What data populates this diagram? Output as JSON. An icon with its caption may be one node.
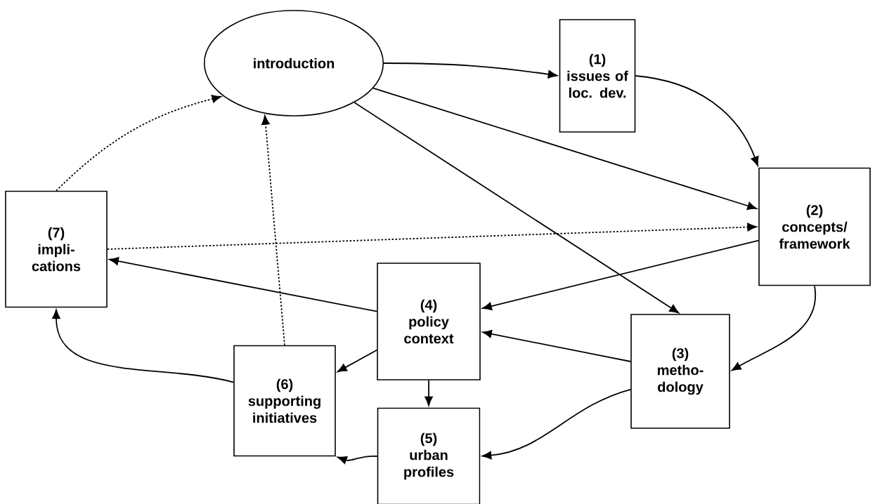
{
  "diagram": {
    "nodes": [
      {
        "text": [
          "introduction"
        ]
      },
      {
        "text": [
          "(1)",
          "issues of loc. dev."
        ]
      },
      {
        "text": [
          "(2)",
          "concepts/ framework"
        ]
      },
      {
        "text": [
          "(3)",
          "metho- dology"
        ]
      },
      {
        "text": [
          "(4)",
          "policy context"
        ]
      },
      {
        "text": [
          "(5)",
          "urban profiles"
        ]
      },
      {
        "text": [
          "(6)",
          "supporting initiatives"
        ]
      },
      {
        "text": [
          "(7)",
          "impli- cations"
        ]
      }
    ],
    "edges": [
      {
        "from": 0,
        "to": 1,
        "arrow": "to"
      },
      {
        "from": 1,
        "to": 2,
        "arrow": "to"
      },
      {
        "from": 0,
        "to": 2,
        "arrow": "to"
      },
      {
        "from": 0,
        "to": 3,
        "arrow": "to"
      },
      {
        "from": 7,
        "to": 2,
        "arrow": "to",
        "style": "dashed"
      },
      {
        "from": 2,
        "to": 4,
        "arrow": "to"
      },
      {
        "from": 2,
        "to": 3,
        "arrow": "to"
      },
      {
        "from": 3,
        "to": 4,
        "arrow": "to"
      },
      {
        "from": 3,
        "to": 5,
        "arrow": "to"
      },
      {
        "from": 4,
        "to": 7,
        "arrow": "to"
      },
      {
        "from": 4,
        "to": 6,
        "arrow": "to"
      },
      {
        "from": 4,
        "to": 5,
        "arrow": "to"
      },
      {
        "from": 5,
        "to": 6,
        "arrow": "to"
      },
      {
        "from": 6,
        "to": 7,
        "arrow": "to"
      },
      {
        "from": 7,
        "to": 0,
        "arrow": "to",
        "style": "dashed"
      },
      {
        "from": 6,
        "to": 0,
        "arrow": "to",
        "style": "dashed"
      }
    ]
  }
}
